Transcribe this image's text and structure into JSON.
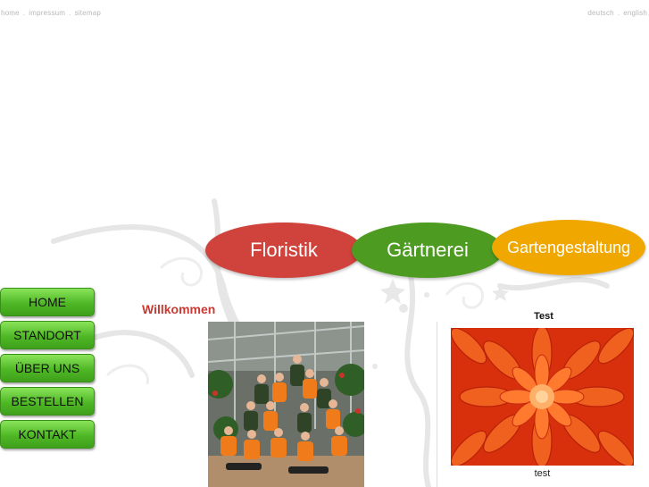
{
  "toplinks_left": [
    "home",
    "impressum",
    "sitemap"
  ],
  "toplinks_right": [
    "deutsch",
    "english"
  ],
  "separator": ".",
  "categories": [
    {
      "label": "Floristik",
      "color": "#d0423c"
    },
    {
      "label": "Gärtnerei",
      "color": "#4e9b21"
    },
    {
      "label": "Gartengestaltung",
      "color": "#f0a800"
    }
  ],
  "nav": [
    "HOME",
    "STANDORT",
    "ÜBER UNS",
    "BESTELLEN",
    "KONTAKT"
  ],
  "welcome_title": "Willkommen",
  "right_panel": {
    "title": "Test",
    "caption": "test"
  },
  "colors": {
    "nav_green": "#4fb825",
    "welcome_red": "#c83a32"
  }
}
